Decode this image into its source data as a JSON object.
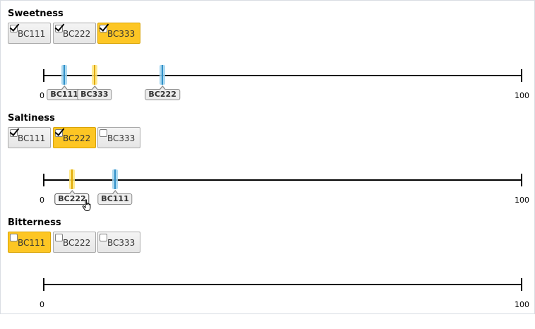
{
  "colors": {
    "selected_button": "#fdc624",
    "marker_blue": "#9fd3ee",
    "marker_blue_core": "#2f8fc7",
    "marker_yellow": "#ffe57a",
    "marker_yellow_core": "#e0a800"
  },
  "scale_labels": {
    "min": "0",
    "max": "100"
  },
  "sections": [
    {
      "title": "Sweetness",
      "buttons": [
        {
          "label": "BC111",
          "checked": true,
          "selected": false
        },
        {
          "label": "BC222",
          "checked": true,
          "selected": false
        },
        {
          "label": "BC333",
          "checked": true,
          "selected": true
        }
      ],
      "markers": [
        {
          "label": "BC111",
          "value": 4.3,
          "color": "blue"
        },
        {
          "label": "BC333",
          "value": 10.6,
          "color": "yellow"
        },
        {
          "label": "BC222",
          "value": 24.8,
          "color": "blue"
        }
      ]
    },
    {
      "title": "Saltiness",
      "buttons": [
        {
          "label": "BC111",
          "checked": true,
          "selected": false
        },
        {
          "label": "BC222",
          "checked": true,
          "selected": true
        },
        {
          "label": "BC333",
          "checked": false,
          "selected": false
        }
      ],
      "markers": [
        {
          "label": "BC222",
          "value": 5.9,
          "color": "yellow",
          "hovered": true
        },
        {
          "label": "BC111",
          "value": 14.9,
          "color": "blue"
        }
      ]
    },
    {
      "title": "Bitterness",
      "buttons": [
        {
          "label": "BC111",
          "checked": false,
          "selected": true
        },
        {
          "label": "BC222",
          "checked": false,
          "selected": false
        },
        {
          "label": "BC333",
          "checked": false,
          "selected": false
        }
      ],
      "markers": []
    }
  ]
}
